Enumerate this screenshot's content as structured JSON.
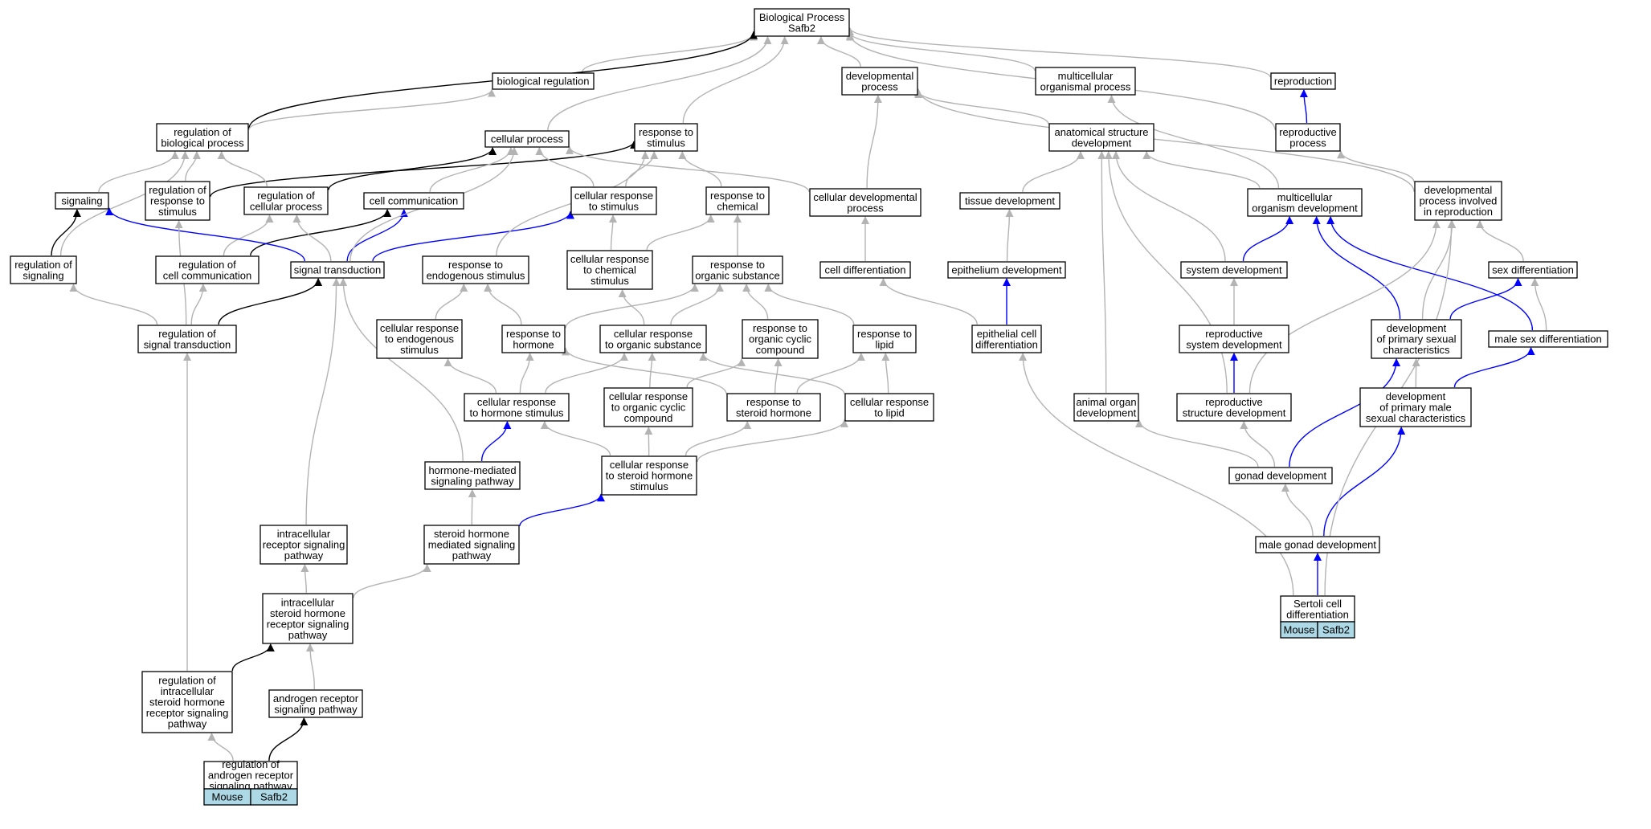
{
  "colors": {
    "edge_gray": "#b3b3b3",
    "edge_black": "#000000",
    "edge_blue": "#0000ff",
    "leaf_fill": "#add8e6",
    "node_border": "#000000"
  },
  "nodes": [
    {
      "id": "root",
      "lines": [
        "Biological Process",
        "Safb2"
      ]
    },
    {
      "id": "bioreg",
      "lines": [
        "biological regulation"
      ]
    },
    {
      "id": "devproc",
      "lines": [
        "developmental",
        "process"
      ]
    },
    {
      "id": "multiproc",
      "lines": [
        "multicellular",
        "organismal process"
      ]
    },
    {
      "id": "repro",
      "lines": [
        "reproduction"
      ]
    },
    {
      "id": "regbio",
      "lines": [
        "regulation of",
        "biological process"
      ]
    },
    {
      "id": "cellproc",
      "lines": [
        "cellular process"
      ]
    },
    {
      "id": "respstim",
      "lines": [
        "response to",
        "stimulus"
      ]
    },
    {
      "id": "anatdev",
      "lines": [
        "anatomical structure",
        "development"
      ]
    },
    {
      "id": "reproproc",
      "lines": [
        "reproductive",
        "process"
      ]
    },
    {
      "id": "signaling",
      "lines": [
        "signaling"
      ]
    },
    {
      "id": "regresp",
      "lines": [
        "regulation of",
        "response to",
        "stimulus"
      ]
    },
    {
      "id": "regcell",
      "lines": [
        "regulation of",
        "cellular process"
      ]
    },
    {
      "id": "cellcomm",
      "lines": [
        "cell communication"
      ]
    },
    {
      "id": "cellresp",
      "lines": [
        "cellular response",
        "to stimulus"
      ]
    },
    {
      "id": "respchem",
      "lines": [
        "response to",
        "chemical"
      ]
    },
    {
      "id": "celldevproc",
      "lines": [
        "cellular developmental",
        "process"
      ]
    },
    {
      "id": "tissuedev",
      "lines": [
        "tissue development"
      ]
    },
    {
      "id": "multidev",
      "lines": [
        "multicellular",
        "organism development"
      ]
    },
    {
      "id": "devrepro",
      "lines": [
        "developmental",
        "process involved",
        "in reproduction"
      ]
    },
    {
      "id": "regsig",
      "lines": [
        "regulation of",
        "signaling"
      ]
    },
    {
      "id": "regcellcomm",
      "lines": [
        "regulation of",
        "cell communication"
      ]
    },
    {
      "id": "sigtrans",
      "lines": [
        "signal transduction"
      ]
    },
    {
      "id": "respendo",
      "lines": [
        "response to",
        "endogenous stimulus"
      ]
    },
    {
      "id": "cellrespchem",
      "lines": [
        "cellular response",
        "to chemical",
        "stimulus"
      ]
    },
    {
      "id": "resporg",
      "lines": [
        "response to",
        "organic substance"
      ]
    },
    {
      "id": "celldiff",
      "lines": [
        "cell differentiation"
      ]
    },
    {
      "id": "epidev",
      "lines": [
        "epithelium development"
      ]
    },
    {
      "id": "sysdev",
      "lines": [
        "system development"
      ]
    },
    {
      "id": "sexdiff",
      "lines": [
        "sex differentiation"
      ]
    },
    {
      "id": "regsigtrans",
      "lines": [
        "regulation of",
        "signal transduction"
      ]
    },
    {
      "id": "cellrespendo",
      "lines": [
        "cellular response",
        "to endogenous",
        "stimulus"
      ]
    },
    {
      "id": "resphorm",
      "lines": [
        "response to",
        "hormone"
      ]
    },
    {
      "id": "cellresporg",
      "lines": [
        "cellular response",
        "to organic substance"
      ]
    },
    {
      "id": "resporgcyc",
      "lines": [
        "response to",
        "organic cyclic",
        "compound"
      ]
    },
    {
      "id": "resplipid",
      "lines": [
        "response to",
        "lipid"
      ]
    },
    {
      "id": "epicelldiff",
      "lines": [
        "epithelial cell",
        "differentiation"
      ]
    },
    {
      "id": "reprosysdev",
      "lines": [
        "reproductive",
        "system development"
      ]
    },
    {
      "id": "devprimsex",
      "lines": [
        "development",
        "of primary sexual",
        "characteristics"
      ]
    },
    {
      "id": "malesexdiff",
      "lines": [
        "male sex differentiation"
      ]
    },
    {
      "id": "cellresphorm",
      "lines": [
        "cellular response",
        "to hormone stimulus"
      ]
    },
    {
      "id": "cellresporgcyc",
      "lines": [
        "cellular response",
        "to organic cyclic",
        "compound"
      ]
    },
    {
      "id": "respsteroid",
      "lines": [
        "response to",
        "steroid hormone"
      ]
    },
    {
      "id": "cellresplipid",
      "lines": [
        "cellular response",
        "to lipid"
      ]
    },
    {
      "id": "animalorgan",
      "lines": [
        "animal organ",
        "development"
      ]
    },
    {
      "id": "reprostruct",
      "lines": [
        "reproductive",
        "structure development"
      ]
    },
    {
      "id": "devprimmale",
      "lines": [
        "development",
        "of primary male",
        "sexual characteristics"
      ]
    },
    {
      "id": "hormsig",
      "lines": [
        "hormone-mediated",
        "signaling pathway"
      ]
    },
    {
      "id": "cellrespsteroid",
      "lines": [
        "cellular response",
        "to steroid hormone",
        "stimulus"
      ]
    },
    {
      "id": "gonaddev",
      "lines": [
        "gonad development"
      ]
    },
    {
      "id": "intrarec",
      "lines": [
        "intracellular",
        "receptor signaling",
        "pathway"
      ]
    },
    {
      "id": "steroidsig",
      "lines": [
        "steroid hormone",
        "mediated signaling",
        "pathway"
      ]
    },
    {
      "id": "malegonad",
      "lines": [
        "male gonad development"
      ]
    },
    {
      "id": "intrasteroid",
      "lines": [
        "intracellular",
        "steroid hormone",
        "receptor signaling",
        "pathway"
      ]
    },
    {
      "id": "regintra",
      "lines": [
        "regulation of",
        "intracellular",
        "steroid hormone",
        "receptor signaling",
        "pathway"
      ]
    },
    {
      "id": "androgen",
      "lines": [
        "androgen receptor",
        "signaling pathway"
      ]
    },
    {
      "id": "sertoli",
      "lines": [
        "Sertoli cell",
        "differentiation"
      ],
      "annot": [
        "Mouse",
        "Safb2"
      ]
    },
    {
      "id": "regandrogen",
      "lines": [
        "regulation of",
        "androgen receptor",
        "signaling pathway"
      ],
      "annot": [
        "Mouse",
        "Safb2"
      ]
    }
  ],
  "edges": [
    {
      "from": "bioreg",
      "to": "root",
      "color": "gray"
    },
    {
      "from": "devproc",
      "to": "root",
      "color": "gray"
    },
    {
      "from": "multiproc",
      "to": "root",
      "color": "gray"
    },
    {
      "from": "repro",
      "to": "root",
      "color": "gray"
    },
    {
      "from": "regbio",
      "to": "root",
      "color": "black"
    },
    {
      "from": "regbio",
      "to": "bioreg",
      "color": "gray"
    },
    {
      "from": "cellproc",
      "to": "root",
      "color": "gray"
    },
    {
      "from": "respstim",
      "to": "root",
      "color": "gray"
    },
    {
      "from": "anatdev",
      "to": "devproc",
      "color": "gray"
    },
    {
      "from": "reproproc",
      "to": "repro",
      "color": "blue"
    },
    {
      "from": "reproproc",
      "to": "root",
      "color": "gray"
    },
    {
      "from": "signaling",
      "to": "regbio",
      "color": "gray"
    },
    {
      "from": "regresp",
      "to": "regbio",
      "color": "gray"
    },
    {
      "from": "regresp",
      "to": "respstim",
      "color": "black"
    },
    {
      "from": "regcell",
      "to": "regbio",
      "color": "gray"
    },
    {
      "from": "regcell",
      "to": "cellproc",
      "color": "black"
    },
    {
      "from": "cellcomm",
      "to": "cellproc",
      "color": "gray"
    },
    {
      "from": "cellresp",
      "to": "cellproc",
      "color": "gray"
    },
    {
      "from": "cellresp",
      "to": "respstim",
      "color": "gray"
    },
    {
      "from": "respchem",
      "to": "respstim",
      "color": "gray"
    },
    {
      "from": "celldevproc",
      "to": "cellproc",
      "color": "gray"
    },
    {
      "from": "celldevproc",
      "to": "devproc",
      "color": "gray"
    },
    {
      "from": "tissuedev",
      "to": "anatdev",
      "color": "gray"
    },
    {
      "from": "multidev",
      "to": "anatdev",
      "color": "gray"
    },
    {
      "from": "multidev",
      "to": "multiproc",
      "color": "gray"
    },
    {
      "from": "devrepro",
      "to": "reproproc",
      "color": "gray"
    },
    {
      "from": "devrepro",
      "to": "devproc",
      "color": "gray"
    },
    {
      "from": "regsig",
      "to": "signaling",
      "color": "black"
    },
    {
      "from": "regsig",
      "to": "regbio",
      "color": "gray"
    },
    {
      "from": "regcellcomm",
      "to": "cellcomm",
      "color": "black"
    },
    {
      "from": "regcellcomm",
      "to": "regcell",
      "color": "gray"
    },
    {
      "from": "sigtrans",
      "to": "signaling",
      "color": "blue"
    },
    {
      "from": "sigtrans",
      "to": "cellcomm",
      "color": "blue"
    },
    {
      "from": "sigtrans",
      "to": "cellresp",
      "color": "blue"
    },
    {
      "from": "sigtrans",
      "to": "regcell",
      "color": "gray"
    },
    {
      "from": "sigtrans",
      "to": "cellproc",
      "color": "gray"
    },
    {
      "from": "respendo",
      "to": "respstim",
      "color": "gray"
    },
    {
      "from": "cellrespchem",
      "to": "respchem",
      "color": "gray"
    },
    {
      "from": "cellrespchem",
      "to": "cellresp",
      "color": "gray"
    },
    {
      "from": "resporg",
      "to": "respchem",
      "color": "gray"
    },
    {
      "from": "celldiff",
      "to": "celldevproc",
      "color": "gray"
    },
    {
      "from": "epidev",
      "to": "tissuedev",
      "color": "gray"
    },
    {
      "from": "sysdev",
      "to": "multidev",
      "color": "blue"
    },
    {
      "from": "sysdev",
      "to": "anatdev",
      "color": "gray"
    },
    {
      "from": "sexdiff",
      "to": "devrepro",
      "color": "gray"
    },
    {
      "from": "regsigtrans",
      "to": "sigtrans",
      "color": "black"
    },
    {
      "from": "regsigtrans",
      "to": "regsig",
      "color": "gray"
    },
    {
      "from": "regsigtrans",
      "to": "regcellcomm",
      "color": "gray"
    },
    {
      "from": "regsigtrans",
      "to": "regresp",
      "color": "gray"
    },
    {
      "from": "cellrespendo",
      "to": "respendo",
      "color": "gray"
    },
    {
      "from": "resphorm",
      "to": "respendo",
      "color": "gray"
    },
    {
      "from": "resphorm",
      "to": "resporg",
      "color": "gray"
    },
    {
      "from": "cellresporg",
      "to": "resporg",
      "color": "gray"
    },
    {
      "from": "cellresporg",
      "to": "cellrespchem",
      "color": "gray"
    },
    {
      "from": "resporgcyc",
      "to": "resporg",
      "color": "gray"
    },
    {
      "from": "resplipid",
      "to": "resporg",
      "color": "gray"
    },
    {
      "from": "epicelldiff",
      "to": "epidev",
      "color": "blue"
    },
    {
      "from": "epicelldiff",
      "to": "celldiff",
      "color": "gray"
    },
    {
      "from": "reprosysdev",
      "to": "sysdev",
      "color": "gray"
    },
    {
      "from": "devprimsex",
      "to": "multidev",
      "color": "blue"
    },
    {
      "from": "devprimsex",
      "to": "sexdiff",
      "color": "blue"
    },
    {
      "from": "devprimsex",
      "to": "devrepro",
      "color": "gray"
    },
    {
      "from": "malesexdiff",
      "to": "multidev",
      "color": "blue"
    },
    {
      "from": "malesexdiff",
      "to": "sexdiff",
      "color": "gray"
    },
    {
      "from": "cellresphorm",
      "to": "resphorm",
      "color": "gray"
    },
    {
      "from": "cellresphorm",
      "to": "cellrespendo",
      "color": "gray"
    },
    {
      "from": "cellresphorm",
      "to": "cellresporg",
      "color": "gray"
    },
    {
      "from": "cellresporgcyc",
      "to": "cellresporg",
      "color": "gray"
    },
    {
      "from": "cellresporgcyc",
      "to": "resporgcyc",
      "color": "gray"
    },
    {
      "from": "respsteroid",
      "to": "resphorm",
      "color": "gray"
    },
    {
      "from": "respsteroid",
      "to": "resporgcyc",
      "color": "gray"
    },
    {
      "from": "respsteroid",
      "to": "resplipid",
      "color": "gray"
    },
    {
      "from": "cellresplipid",
      "to": "resplipid",
      "color": "gray"
    },
    {
      "from": "cellresplipid",
      "to": "cellresporg",
      "color": "gray"
    },
    {
      "from": "animalorgan",
      "to": "anatdev",
      "color": "gray"
    },
    {
      "from": "reprostruct",
      "to": "reprosysdev",
      "color": "blue"
    },
    {
      "from": "reprostruct",
      "to": "anatdev",
      "color": "gray"
    },
    {
      "from": "reprostruct",
      "to": "devrepro",
      "color": "gray"
    },
    {
      "from": "devprimmale",
      "to": "malesexdiff",
      "color": "blue"
    },
    {
      "from": "devprimmale",
      "to": "devprimsex",
      "color": "gray"
    },
    {
      "from": "hormsig",
      "to": "cellresphorm",
      "color": "blue"
    },
    {
      "from": "hormsig",
      "to": "sigtrans",
      "color": "gray"
    },
    {
      "from": "cellrespsteroid",
      "to": "cellresphorm",
      "color": "gray"
    },
    {
      "from": "cellrespsteroid",
      "to": "cellresporgcyc",
      "color": "gray"
    },
    {
      "from": "cellrespsteroid",
      "to": "respsteroid",
      "color": "gray"
    },
    {
      "from": "cellrespsteroid",
      "to": "cellresplipid",
      "color": "gray"
    },
    {
      "from": "gonaddev",
      "to": "devprimsex",
      "color": "blue"
    },
    {
      "from": "gonaddev",
      "to": "reprostruct",
      "color": "gray"
    },
    {
      "from": "gonaddev",
      "to": "animalorgan",
      "color": "gray"
    },
    {
      "from": "intrarec",
      "to": "sigtrans",
      "color": "gray"
    },
    {
      "from": "steroidsig",
      "to": "hormsig",
      "color": "gray"
    },
    {
      "from": "steroidsig",
      "to": "cellrespsteroid",
      "color": "blue"
    },
    {
      "from": "malegonad",
      "to": "devprimmale",
      "color": "blue"
    },
    {
      "from": "malegonad",
      "to": "gonaddev",
      "color": "gray"
    },
    {
      "from": "intrasteroid",
      "to": "intrarec",
      "color": "gray"
    },
    {
      "from": "intrasteroid",
      "to": "steroidsig",
      "color": "gray"
    },
    {
      "from": "regintra",
      "to": "intrasteroid",
      "color": "black"
    },
    {
      "from": "regintra",
      "to": "regsigtrans",
      "color": "gray"
    },
    {
      "from": "androgen",
      "to": "intrasteroid",
      "color": "gray"
    },
    {
      "from": "sertoli",
      "to": "malegonad",
      "color": "blue"
    },
    {
      "from": "sertoli",
      "to": "epicelldiff",
      "color": "gray"
    },
    {
      "from": "sertoli",
      "to": "devrepro",
      "color": "gray"
    },
    {
      "from": "regandrogen",
      "to": "androgen",
      "color": "black"
    },
    {
      "from": "regandrogen",
      "to": "regintra",
      "color": "gray"
    }
  ]
}
